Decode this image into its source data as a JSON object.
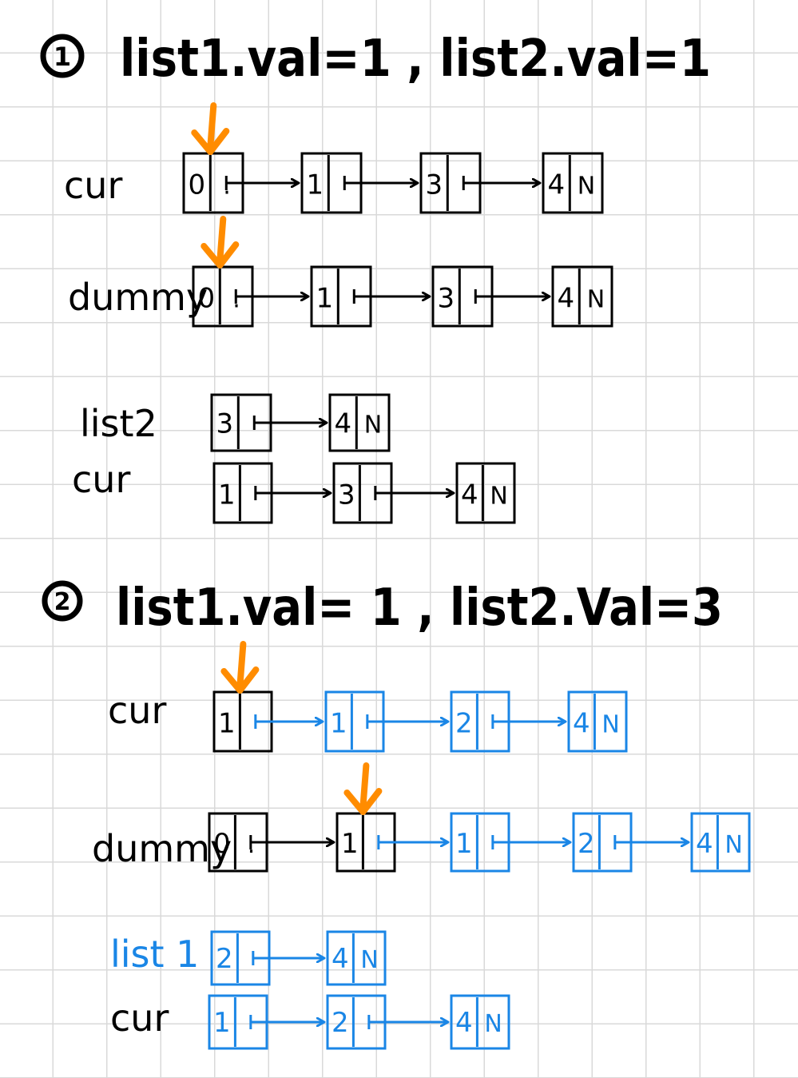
{
  "colors": {
    "ink": "#000000",
    "blue": "#1a86e6",
    "pointer": "#ff8c00",
    "grid": "#d9d9d9"
  },
  "step1": {
    "marker": "1",
    "heading": "list1.val=1 , list2.val=1",
    "rows": [
      {
        "label": "cur",
        "pointer_on": 0,
        "nodes": [
          {
            "val": "0",
            "next": "."
          },
          {
            "val": "1",
            "next": ""
          },
          {
            "val": "3",
            "next": ""
          },
          {
            "val": "4",
            "next": "N"
          }
        ]
      },
      {
        "label": "dummy",
        "pointer_on": 0,
        "nodes": [
          {
            "val": "0",
            "next": "."
          },
          {
            "val": "1",
            "next": ""
          },
          {
            "val": "3",
            "next": ""
          },
          {
            "val": "4",
            "next": "N"
          }
        ]
      },
      {
        "label": "list2",
        "pointer_on": null,
        "nodes": [
          {
            "val": "3",
            "next": ""
          },
          {
            "val": "4",
            "next": "N"
          }
        ]
      },
      {
        "label": "cur",
        "pointer_on": null,
        "nodes": [
          {
            "val": "1",
            "next": ""
          },
          {
            "val": "3",
            "next": ""
          },
          {
            "val": "4",
            "next": "N"
          }
        ]
      }
    ]
  },
  "step2": {
    "marker": "2",
    "heading": "list1.val= 1 , list2.Val=3",
    "rows": [
      {
        "label": "cur",
        "label_color": "ink",
        "pointer_on": 0,
        "nodes": [
          {
            "val": "1",
            "next": "",
            "color": "ink"
          },
          {
            "val": "1",
            "next": "",
            "color": "blue"
          },
          {
            "val": "2",
            "next": "",
            "color": "blue"
          },
          {
            "val": "4",
            "next": "N",
            "color": "blue"
          }
        ]
      },
      {
        "label": "dummy",
        "label_color": "ink",
        "pointer_on": 1,
        "nodes": [
          {
            "val": "0",
            "next": ".",
            "color": "ink"
          },
          {
            "val": "1",
            "next": "",
            "color": "ink"
          },
          {
            "val": "1",
            "next": "",
            "color": "blue"
          },
          {
            "val": "2",
            "next": "",
            "color": "blue"
          },
          {
            "val": "4",
            "next": "N",
            "color": "blue"
          }
        ]
      },
      {
        "label": "list 1",
        "label_color": "blue",
        "pointer_on": null,
        "nodes": [
          {
            "val": "2",
            "next": "",
            "color": "blue"
          },
          {
            "val": "4",
            "next": "N",
            "color": "blue"
          }
        ]
      },
      {
        "label": "cur",
        "label_color": "ink",
        "pointer_on": null,
        "nodes": [
          {
            "val": "1",
            "next": "",
            "color": "blue"
          },
          {
            "val": "2",
            "next": "",
            "color": "blue"
          },
          {
            "val": "4",
            "next": "N",
            "color": "blue"
          }
        ]
      }
    ]
  }
}
